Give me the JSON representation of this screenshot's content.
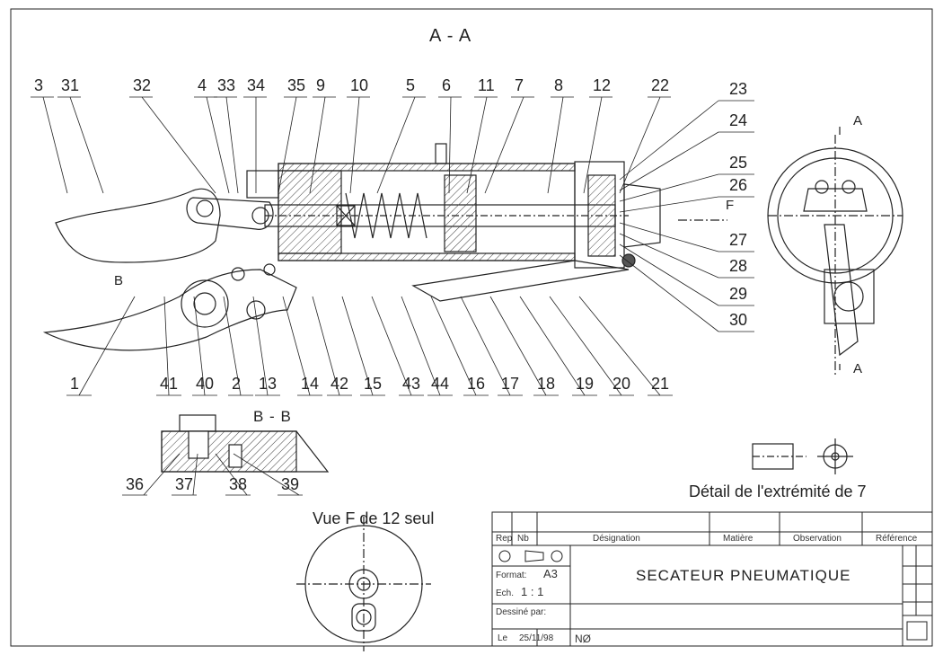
{
  "drawing": {
    "section_aa": "A - A",
    "section_bb": "B - B",
    "detail_label": "Détail de l'extrémité de 7",
    "view_f_label": "Vue F de 12 seul",
    "arrow_a_top": "A",
    "arrow_a_bottom": "A",
    "arrow_b": "B",
    "arrow_f": "F"
  },
  "callouts_top": [
    "3",
    "31",
    "32",
    "4",
    "33",
    "34",
    "35",
    "9",
    "10",
    "5",
    "6",
    "11",
    "7",
    "8",
    "12",
    "22"
  ],
  "callouts_right": [
    "23",
    "24",
    "25",
    "26",
    "27",
    "28",
    "29",
    "30"
  ],
  "callouts_bottom": [
    "1",
    "41",
    "40",
    "2",
    "13",
    "14",
    "42",
    "15",
    "43",
    "44",
    "16",
    "17",
    "18",
    "19",
    "20",
    "21"
  ],
  "callouts_bb": [
    "36",
    "37",
    "38",
    "39"
  ],
  "title_block": {
    "col_rep": "Rep",
    "col_nb": "Nb",
    "col_designation": "Désignation",
    "col_matiere": "Matière",
    "col_observation": "Observation",
    "col_reference": "Référence",
    "format_label": "Format:",
    "format_value": "A3",
    "scale_label": "Ech.",
    "scale_value": "1 : 1",
    "drawn_by_label": "Dessiné par:",
    "date_label": "Le",
    "date_value": "25/11/98",
    "number_label": "NØ",
    "title": "SECATEUR PNEUMATIQUE"
  },
  "colors": {
    "ink": "#222222",
    "paper": "#ffffff",
    "hatch": "#444444"
  }
}
